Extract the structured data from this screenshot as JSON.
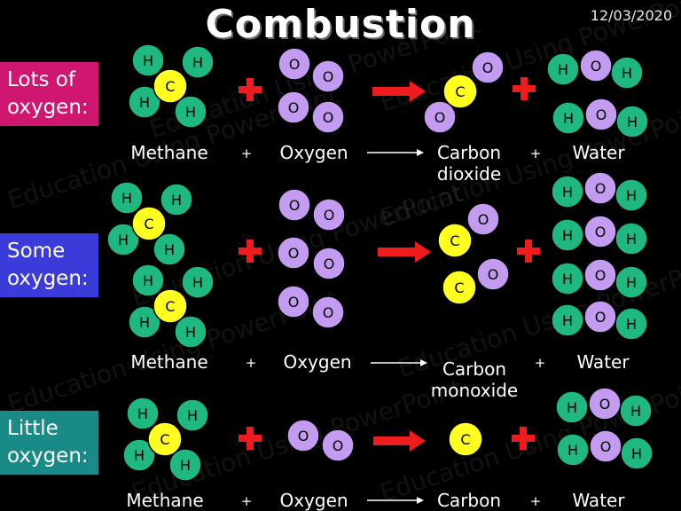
{
  "header": {
    "title": "Combustion",
    "date": "12/03/2020"
  },
  "watermark": "Education Using PowerPoint",
  "colors": {
    "hydrogen": "#1fb880",
    "carbon": "#ffff20",
    "oxygen": "#c39cf2",
    "arrow_plus": "#ee1c1c",
    "row1_label_bg": "#cf1670",
    "row2_label_bg": "#3b3bd9",
    "row3_label_bg": "#198a86"
  },
  "atoms": {
    "hydrogen": "H",
    "carbon": "C",
    "oxygen": "O"
  },
  "rows": [
    {
      "label": [
        "Lots of",
        "oxygen:"
      ],
      "reactant1": "Methane",
      "plus1": "+",
      "reactant2": "Oxygen",
      "product1": [
        "Carbon",
        "dioxide"
      ],
      "plus2": "+",
      "product2": "Water"
    },
    {
      "label": [
        "Some",
        "oxygen:"
      ],
      "reactant1": "Methane",
      "plus1": "+",
      "reactant2": "Oxygen",
      "product1": [
        "Carbon",
        "monoxide"
      ],
      "plus2": "+",
      "product2": "Water"
    },
    {
      "label": [
        "Little",
        "oxygen:"
      ],
      "reactant1": "Methane",
      "plus1": "+",
      "reactant2": "Oxygen",
      "product1": [
        "Carbon"
      ],
      "plus2": "+",
      "product2": "Water"
    }
  ]
}
